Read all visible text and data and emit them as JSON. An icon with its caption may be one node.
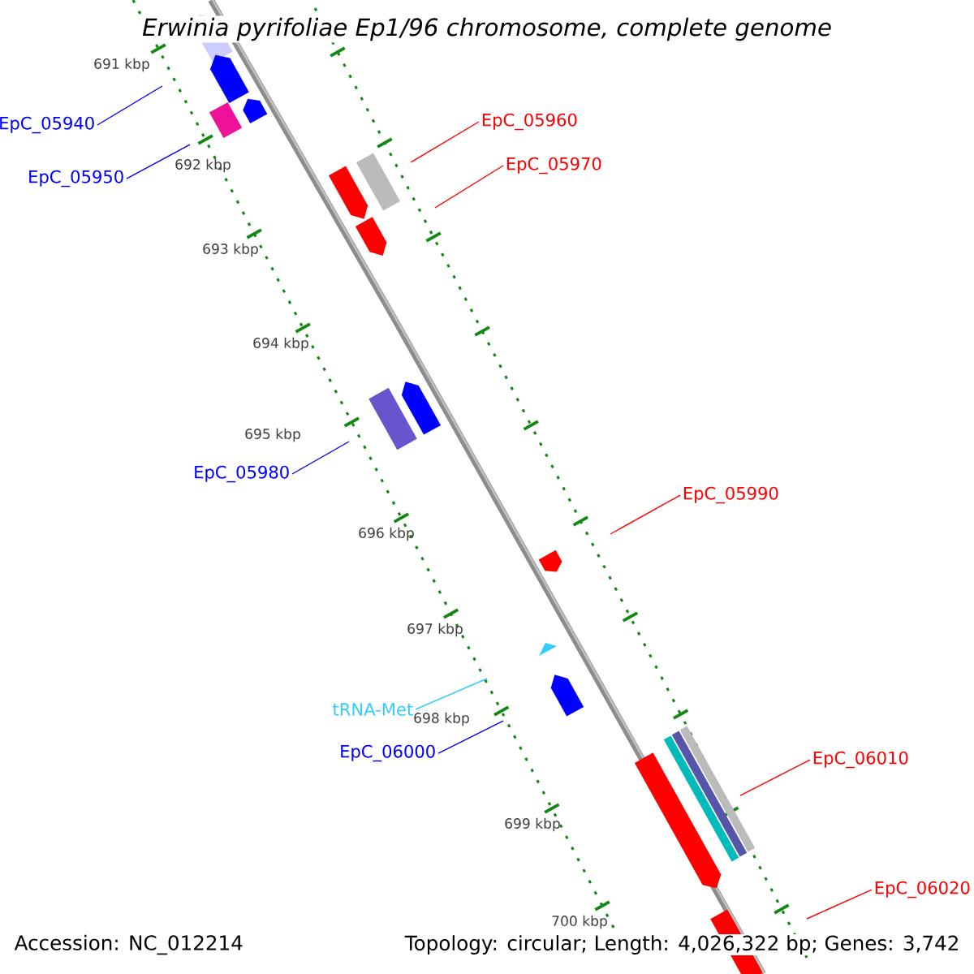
{
  "diagram": {
    "title": "Erwinia pyrifoliae Ep1/96 chromosome, complete genome",
    "nodes": [
      {
        "text": [
          "EpC_05940"
        ]
      },
      {
        "text": [
          "EpC_05950"
        ]
      },
      {
        "text": [
          "EpC_05960"
        ]
      },
      {
        "text": [
          "EpC_05970"
        ]
      },
      {
        "text": [
          "EpC_05980"
        ]
      },
      {
        "text": [
          "EpC_05990"
        ]
      },
      {
        "text": [
          "tRNA-Met"
        ]
      },
      {
        "text": [
          "EpC_06000"
        ]
      },
      {
        "text": [
          "EpC_06010"
        ]
      },
      {
        "text": [
          "EpC_06020"
        ]
      }
    ],
    "edges": [
      {
        "from": 0,
        "to": null,
        "arrow": "none",
        "color": "#0000ff"
      },
      {
        "from": 1,
        "to": null,
        "arrow": "none",
        "color": "#0000ff"
      },
      {
        "from": 2,
        "to": null,
        "arrow": "none",
        "color": "#ff0000"
      },
      {
        "from": 3,
        "to": null,
        "arrow": "none",
        "color": "#ff0000"
      },
      {
        "from": 4,
        "to": null,
        "arrow": "none",
        "color": "#0000ff"
      },
      {
        "from": 5,
        "to": null,
        "arrow": "none",
        "color": "#ff0000"
      },
      {
        "from": 6,
        "to": null,
        "arrow": "none",
        "color": "#33ccff"
      },
      {
        "from": 7,
        "to": null,
        "arrow": "none",
        "color": "#0000ff"
      },
      {
        "from": 8,
        "to": null,
        "arrow": "none",
        "color": "#ff0000"
      },
      {
        "from": 9,
        "to": null,
        "arrow": "none",
        "color": "#ff0000"
      }
    ],
    "labels": [
      "691 kbp",
      "692 kbp",
      "693 kbp",
      "694 kbp",
      "695 kbp",
      "696 kbp",
      "697 kbp",
      "698 kbp",
      "699 kbp",
      "700 kbp",
      "Accession: NC_012214",
      "Topology: circular; Length: 4,026,322 bp; Genes: 3,742"
    ]
  }
}
